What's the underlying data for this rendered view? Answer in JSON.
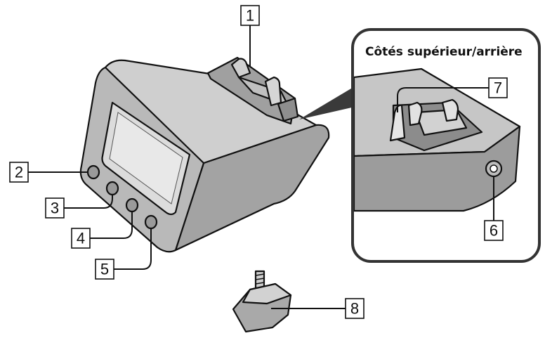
{
  "inset": {
    "title": "Côtés supérieur/arrière"
  },
  "callouts": [
    {
      "id": "1",
      "label": "1"
    },
    {
      "id": "2",
      "label": "2"
    },
    {
      "id": "3",
      "label": "3"
    },
    {
      "id": "4",
      "label": "4"
    },
    {
      "id": "5",
      "label": "5"
    },
    {
      "id": "6",
      "label": "6"
    },
    {
      "id": "7",
      "label": "7"
    },
    {
      "id": "8",
      "label": "8"
    }
  ],
  "colors": {
    "body_light": "#c8c8c8",
    "body_mid": "#a9a9a9",
    "body_dark": "#8a8a8a",
    "display": "#d9d9d9",
    "outline": "#111111"
  }
}
